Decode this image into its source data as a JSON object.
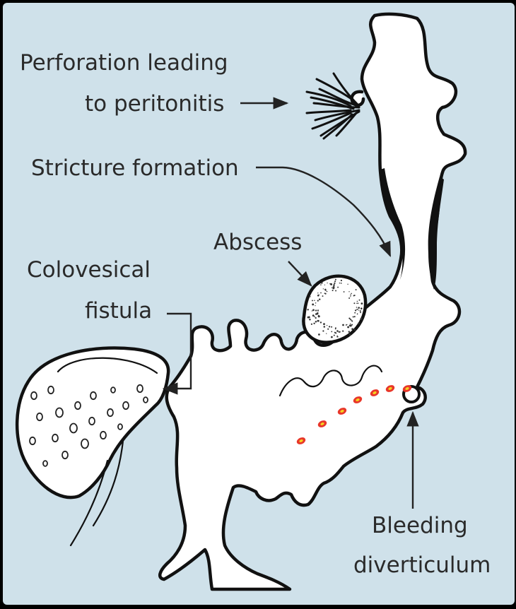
{
  "labels": {
    "perforation_line1": "Perforation leading",
    "perforation_line2": "to peritonitis",
    "stricture": "Stricture formation",
    "abscess": "Abscess",
    "colovesical_line1": "Colovesical",
    "colovesical_line2": "fistula",
    "bleeding_line1": "Bleeding",
    "bleeding_line2": "diverticulum"
  },
  "colors": {
    "background": "#cfe1ea",
    "frame": "#000000",
    "outline": "#111111",
    "lumen": "#ffffff",
    "bleeding_dot_outer": "#e8372a",
    "bleeding_dot_inner": "#f4d21f"
  }
}
